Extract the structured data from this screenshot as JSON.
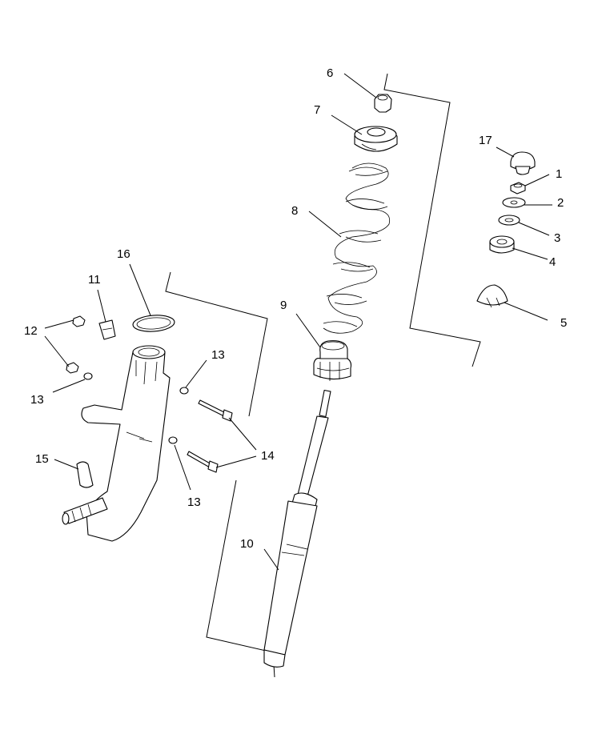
{
  "callouts": {
    "n1": "1",
    "n2": "2",
    "n3": "3",
    "n4": "4",
    "n5": "5",
    "n6": "6",
    "n7": "7",
    "n8": "8",
    "n9": "9",
    "n10": "10",
    "n11": "11",
    "n12": "12",
    "n13a": "13",
    "n13b": "13",
    "n13c": "13",
    "n14": "14",
    "n15": "15",
    "n16": "16",
    "n17": "17"
  },
  "colors": {
    "line": "#000000",
    "background": "#ffffff"
  }
}
